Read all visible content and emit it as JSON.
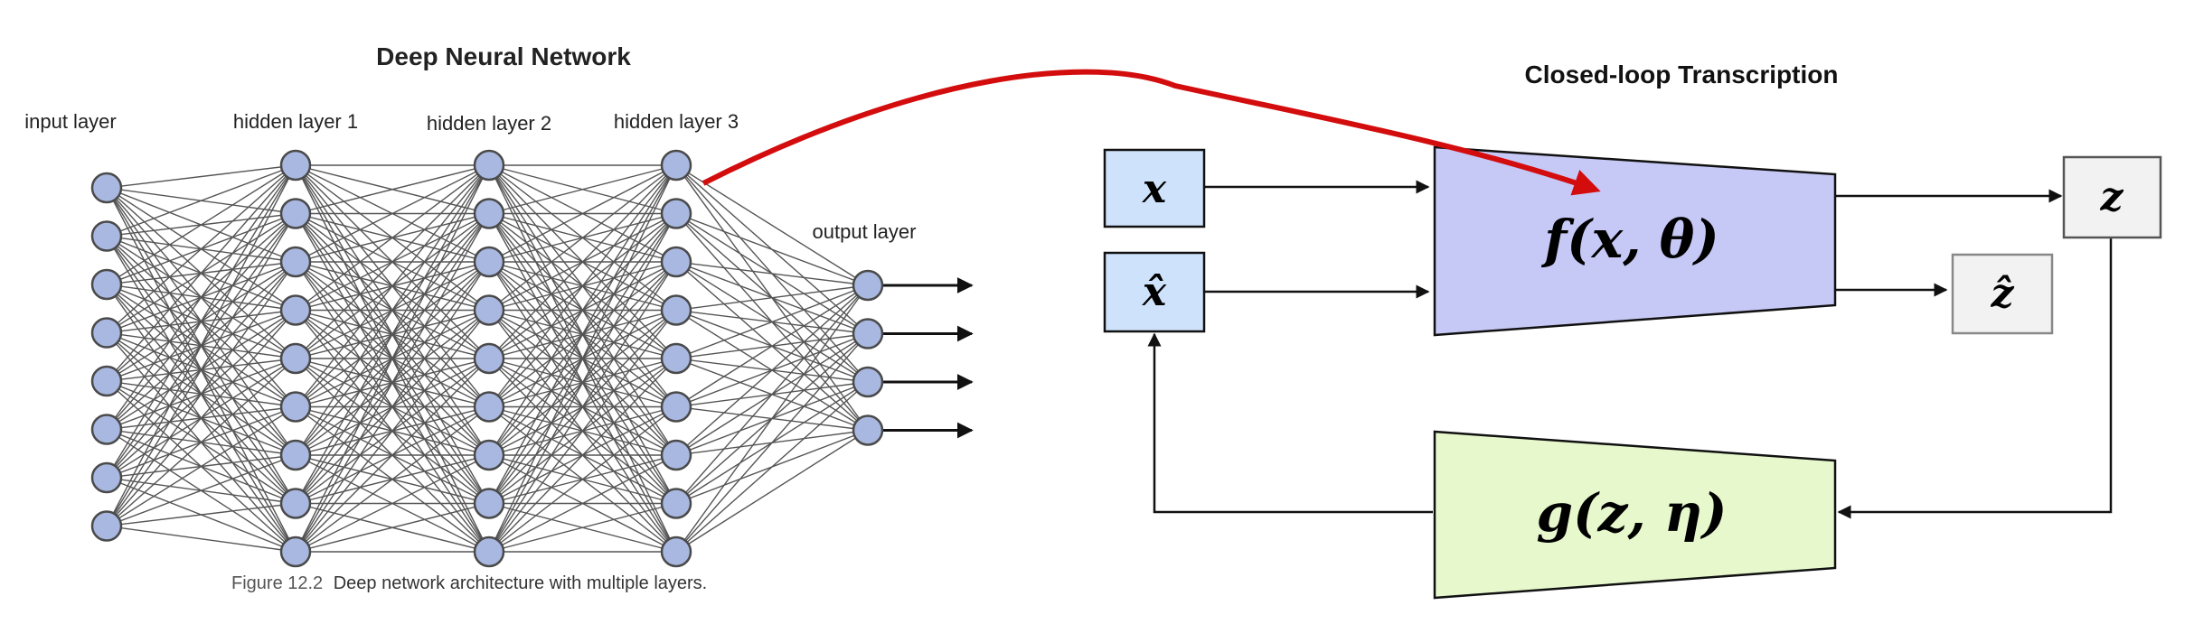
{
  "network": {
    "title": "Deep Neural Network",
    "caption_figure": "Figure 12.2",
    "caption_text": "Deep network architecture with multiple layers.",
    "layers": [
      {
        "label": "input layer",
        "nodes": 8
      },
      {
        "label": "hidden layer 1",
        "nodes": 9
      },
      {
        "label": "hidden layer 2",
        "nodes": 9
      },
      {
        "label": "hidden layer 3",
        "nodes": 9
      },
      {
        "label": "output layer",
        "nodes": 4
      }
    ]
  },
  "transcription": {
    "title": "Closed-loop Transcription",
    "input_x": "x",
    "input_xhat": "x̂",
    "encoder_label": "f(x, θ)",
    "decoder_label": "g(z, η)",
    "output_z": "z",
    "output_zhat": "ẑ"
  },
  "colors": {
    "node_fill": "#a9b8e0",
    "node_stroke": "#4a4a4a",
    "input_box_fill": "#cfe2fb",
    "encoder_fill": "#c6c8f6",
    "decoder_fill": "#e6f8cc",
    "output_box_fill": "#f2f2f2",
    "highlight_arrow": "#d30d0d",
    "line": "#111111"
  }
}
